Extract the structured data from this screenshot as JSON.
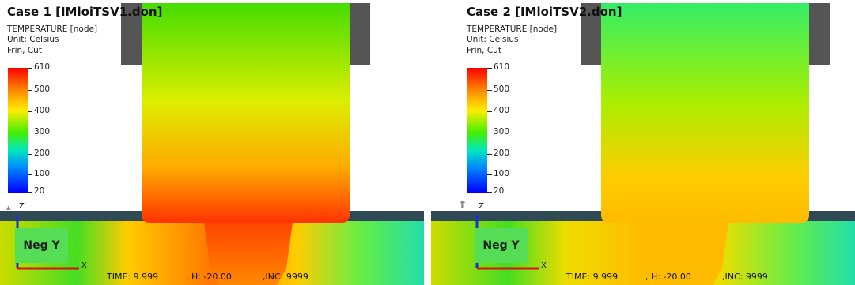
{
  "cases": [
    {
      "title": "Case 1  [IMloiTSV1.don]",
      "variable": "TEMPERATURE [node]",
      "unit": "Unit: Celsius",
      "display": "Frin, Cut",
      "legend": {
        "max": "610",
        "ticks": [
          "500",
          "400",
          "300",
          "200",
          "100"
        ],
        "min": "20"
      },
      "view_label": "Neg Y",
      "axis_z": "Z",
      "axis_x": "X",
      "status": {
        "time": "TIME:  9.999",
        "h": ", H: -20.00",
        "inc": ",INC:  9999"
      },
      "colors": {
        "punch_top": "#44dd00",
        "punch_bottom": "#ff3300"
      }
    },
    {
      "title": "Case 2  [IMloiTSV2.don]",
      "variable": "TEMPERATURE [node]",
      "unit": "Unit: Celsius",
      "display": "Frin, Cut",
      "legend": {
        "max": "610",
        "ticks": [
          "500",
          "400",
          "300",
          "200",
          "100"
        ],
        "min": "20"
      },
      "view_label": "Neg Y",
      "axis_z": "Z",
      "axis_x": "X",
      "status": {
        "time": "TIME:  9.999",
        "h": ", H: -20.00",
        "inc": ",INC:  9999"
      },
      "colors": {
        "punch_top": "#33ee66",
        "punch_bottom": "#ffbb00"
      }
    }
  ]
}
